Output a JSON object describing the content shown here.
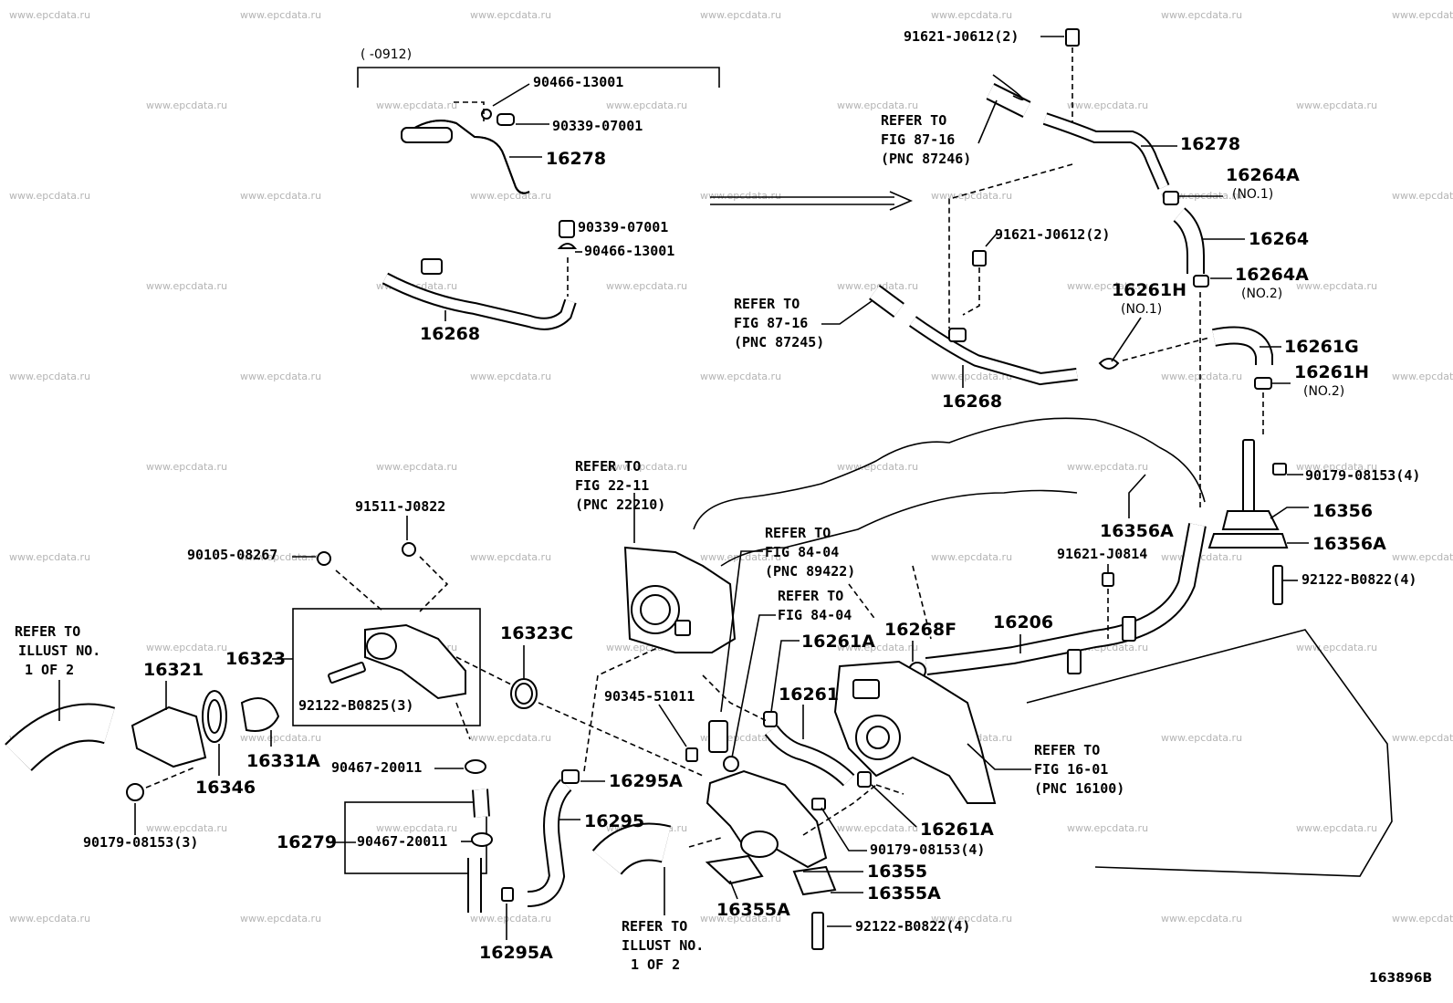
{
  "diagram_id": "163896B",
  "watermark": "www.epcdata.ru",
  "date_range_label": "(    -0912)",
  "part_numbers": {
    "p_90466_13001_a": "90466-13001",
    "p_90339_07001_a": "90339-07001",
    "p_16278_a": "16278",
    "p_90339_07001_b": "90339-07001",
    "p_90466_13001_b": "90466-13001",
    "p_16268_a": "16268",
    "p_91621_J0612_a": "91621-J0612(2)",
    "p_16278_b": "16278",
    "p_16264A_1": "16264A",
    "p_16264A_1_sub": "(NO.1)",
    "p_16264": "16264",
    "p_91621_J0612_b": "91621-J0612(2)",
    "p_16264A_2": "16264A",
    "p_16264A_2_sub": "(NO.2)",
    "p_16261H_1": "16261H",
    "p_16261H_1_sub": "(NO.1)",
    "p_16261G": "16261G",
    "p_16261H_2": "16261H",
    "p_16261H_2_sub": "(NO.2)",
    "p_16268_b": "16268",
    "p_90179_08153_4a": "90179-08153(4)",
    "p_16356": "16356",
    "p_16356A_a": "16356A",
    "p_16356A_b": "16356A",
    "p_91621_J0814": "91621-J0814",
    "p_92122_B0822_a": "92122-B0822(4)",
    "p_91511_J0822": "91511-J0822",
    "p_90105_08267": "90105-08267",
    "p_16323": "16323",
    "p_16323C": "16323C",
    "p_16321": "16321",
    "p_92122_B0825": "92122-B0825(3)",
    "p_16331A": "16331A",
    "p_16346": "16346",
    "p_90467_20011_a": "90467-20011",
    "p_90179_08153_3": "90179-08153(3)",
    "p_16279": "16279",
    "p_90467_20011_b": "90467-20011",
    "p_16295A_a": "16295A",
    "p_16295": "16295",
    "p_16295A_b": "16295A",
    "p_90345_51011": "90345-51011",
    "p_16261A_a": "16261A",
    "p_16261": "16261",
    "p_16261A_b": "16261A",
    "p_16268F": "16268F",
    "p_16206": "16206",
    "p_90179_08153_4b": "90179-08153(4)",
    "p_16355": "16355",
    "p_16355A_a": "16355A",
    "p_16355A_b": "16355A",
    "p_92122_B0822_b": "92122-B0822(4)"
  },
  "references": {
    "ref_87_16_a": [
      "REFER TO",
      "FIG 87-16",
      "(PNC 87246)"
    ],
    "ref_87_16_b": [
      "REFER TO",
      "FIG 87-16",
      "(PNC 87245)"
    ],
    "ref_22_11": [
      "REFER TO",
      "FIG 22-11",
      "(PNC 22210)"
    ],
    "ref_84_04_a": [
      "REFER TO",
      "FIG 84-04",
      "(PNC 89422)"
    ],
    "ref_84_04_b": [
      "REFER TO",
      "FIG 84-04"
    ],
    "ref_16_01": [
      "REFER TO",
      "FIG 16-01",
      "(PNC 16100)"
    ],
    "ref_illust_a": [
      "REFER TO",
      "ILLUST NO.",
      "1 OF 2"
    ],
    "ref_illust_b": [
      "REFER TO",
      "ILLUST NO.",
      "1 OF 2"
    ]
  }
}
